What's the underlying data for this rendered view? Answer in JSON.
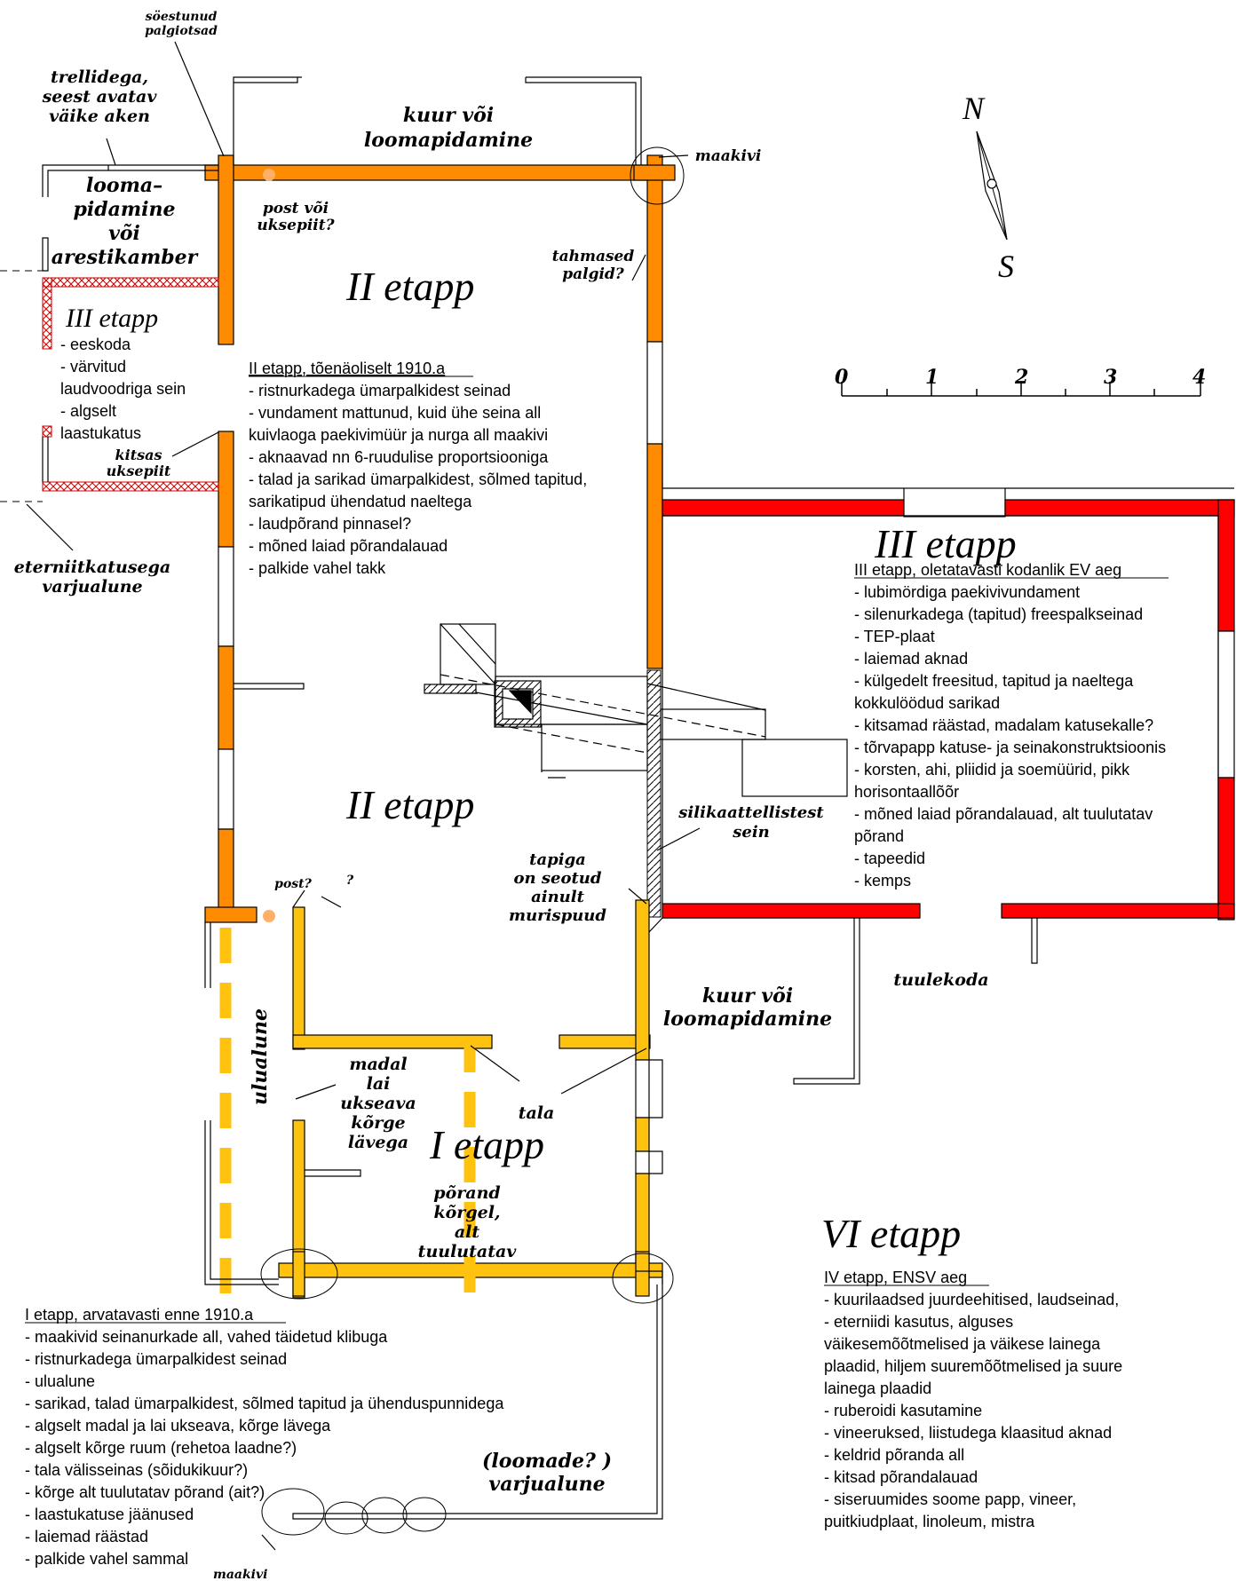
{
  "colors": {
    "stage1": "#ffc20e",
    "stage2": "#ff8c00",
    "stage3": "#ff0000",
    "stage3_hatch": "#cc0000",
    "outline": "#000000",
    "wall_white": "#ffffff"
  },
  "compass": {
    "north": "N",
    "south": "S"
  },
  "scale": {
    "ticks": [
      "0",
      "1",
      "2",
      "3",
      "4"
    ]
  },
  "stage_titles": {
    "stage2_top": "II  etapp",
    "stage2_mid": "II  etapp",
    "stage3_main": "III  etapp",
    "stage3_left": "III  etapp",
    "stage1": "I  etapp",
    "stage6": "VI  etapp"
  },
  "labels": {
    "soestunud": [
      "söestunud",
      "palgiotsad"
    ],
    "window": [
      "trellidega,",
      "seest  avatav",
      "väike  aken"
    ],
    "kuur_top": [
      "kuur  või",
      "loomapidamine"
    ],
    "maakivi_top": "maakivi",
    "loomapidamine_left": [
      "looma–",
      "pidamine",
      "või",
      "arestikamber"
    ],
    "post_uksepiit": [
      "post  või",
      "uksepiit?"
    ],
    "tahmased": [
      "tahmased",
      "palgid?"
    ],
    "kitsas_uksepiit": [
      "kitsas",
      "uksepiit"
    ],
    "eterniit": [
      "eterniitkatusega",
      "varjualune"
    ],
    "silikaat": [
      "silikaattellistest",
      "sein"
    ],
    "tapiga": [
      "tapiga",
      "on  seotud",
      "ainult",
      "murispuud"
    ],
    "post_q": "post?",
    "q": "?",
    "tuulekoda": "tuulekoda",
    "kuur_right": [
      "kuur  või",
      "loomapidamine"
    ],
    "madal": [
      "madal",
      "lai",
      "ukseava",
      "kõrge",
      "lävega"
    ],
    "tala": "tala",
    "ulualune": "ulualune",
    "porand": [
      "põrand",
      "kõrgel,",
      "alt",
      "tuulutatav"
    ],
    "loomade": [
      "(loomade? )",
      "varjualune"
    ],
    "maakivi_bottom": "maakivi"
  },
  "notes": {
    "stage2": {
      "heading": "II etapp, tõenäoliselt 1910.a",
      "lines": [
        "- ristnurkadega ümarpalkidest seinad",
        "- vundament mattunud, kuid ühe seina all",
        "kuivlaoga paekivimüür ja nurga all maakivi",
        "- aknaavad nn 6-ruudulise proportsiooniga",
        "- talad ja sarikad ümarpalkidest, sõlmed tapitud,",
        "sarikatipud ühendatud naeltega",
        "- laudpõrand pinnasel?",
        "- mõned laiad põrandalauad",
        "- palkide vahel takk"
      ]
    },
    "stage3_left": {
      "lines": [
        "- eeskoda",
        "- värvitud",
        "laudvoodriga sein",
        "- algselt",
        "laastukatus"
      ]
    },
    "stage3": {
      "heading": "III etapp, oletatavasti kodanlik EV aeg",
      "lines": [
        "- lubimördiga paekivivundament",
        "- silenurkadega (tapitud)  freespalkseinad",
        "- TEP-plaat",
        "- laiemad aknad",
        "- külgedelt freesitud, tapitud ja naeltega",
        "kokkulöödud sarikad",
        "- kitsamad räästad, madalam katusekalle?",
        "- tõrvapapp katuse- ja seinakonstruktsioonis",
        "- korsten, ahi, pliidid ja soemüürid, pikk",
        "horisontaallõõr",
        "- mõned laiad põrandalauad, alt tuulutatav",
        "põrand",
        "- tapeedid",
        "- kemps"
      ]
    },
    "stage1": {
      "heading": "I etapp, arvatavasti enne 1910.a",
      "lines": [
        "- maakivid seinanurkade all, vahed täidetud klibuga",
        "- ristnurkadega ümarpalkidest seinad",
        "- ulualune",
        "- sarikad, talad ümarpalkidest, sõlmed tapitud ja ühenduspunnidega",
        "- algselt madal ja lai ukseava, kõrge lävega",
        "- algselt kõrge ruum (rehetoa laadne?)",
        "- tala välisseinas (sõidukikuur?)",
        "- kõrge alt tuulutatav põrand (ait?)",
        "- laastukatuse jäänused",
        "- laiemad räästad",
        "- palkide vahel sammal"
      ]
    },
    "stage4": {
      "heading": "IV etapp, ENSV aeg",
      "lines": [
        "- kuurilaadsed juurdeehitised, laudseinad,",
        "- eterniidi kasutus, alguses",
        "väikesemõõtmelised ja väikese lainega",
        "plaadid, hiljem suuremõõtmelised ja suure",
        "lainega plaadid",
        "- ruberoidi kasutamine",
        "- vineeruksed, liistudega klaasitud aknad",
        "- keldrid põranda all",
        "- kitsad põrandalauad",
        "- siseruumides soome papp, vineer,",
        "puitkiudplaat, linoleum, mistra"
      ]
    }
  }
}
